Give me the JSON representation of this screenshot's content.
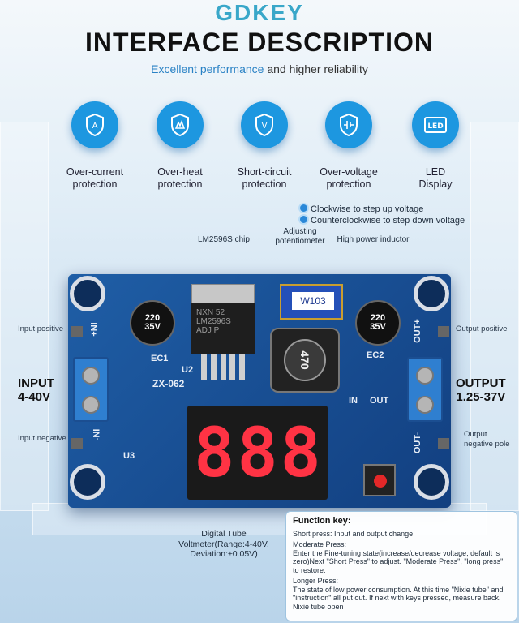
{
  "header": {
    "brand": "GDKEY",
    "title": "INTERFACE DESCRIPTION",
    "subtitle_highlight": "Excellent performance",
    "subtitle_rest": " and higher reliability"
  },
  "features": [
    {
      "icon": "current-shield-icon",
      "line1": "Over-current",
      "line2": "protection"
    },
    {
      "icon": "heat-shield-icon",
      "line1": "Over-heat",
      "line2": "protection"
    },
    {
      "icon": "voltage-shield-icon",
      "line1": "Short-circuit",
      "line2": "protection"
    },
    {
      "icon": "voltage-protection-icon",
      "line1": "Over-voltage",
      "line2": "protection"
    },
    {
      "icon": "led-display-icon",
      "line1": "LED",
      "line2": "Display"
    }
  ],
  "legend": {
    "clockwise": "Clockwise to step up voltage",
    "counterclockwise": "Counterclockwise to step down voltage"
  },
  "annotations": {
    "chip": "LM2596S chip",
    "pot_line1": "Adjusting",
    "pot_line2": "potentiometer",
    "inductor": "High power inductor",
    "input_positive": "Input positive",
    "input_negative": "Input negative",
    "output_positive": "Output positive",
    "output_negative_line1": "Output",
    "output_negative_line2": "negative pole",
    "input_title": "INPUT",
    "input_range": "4-40V",
    "output_title": "OUTPUT",
    "output_range": "1.25-37V",
    "voltmeter_line1": "Digital Tube",
    "voltmeter_line2": "Voltmeter(Range:4-40V,",
    "voltmeter_line3": "Deviation:±0.05V)"
  },
  "board": {
    "cap1_top": "220",
    "cap1_bottom": "35V",
    "cap2_top": "220",
    "cap2_bottom": "35V",
    "chip_text1": "NXN 52",
    "chip_text2": "LM2596S",
    "chip_text3": "ADJ  P",
    "pot_label": "W103",
    "inductor_label": "470",
    "model": "ZX-062",
    "in_plus": "+NI",
    "in_minus": "-NI",
    "out_plus": "OUT+",
    "out_minus": "OUT-",
    "ec1": "EC1",
    "ec2": "EC2",
    "u2": "U2",
    "u3": "U3",
    "in_label": "IN",
    "out_label": "OUT",
    "digits": [
      "8",
      "8",
      "8"
    ]
  },
  "function_key": {
    "title": "Function key:",
    "short_press": "Short press: Input and output change",
    "moderate_title": "Moderate Press:",
    "moderate_text": "Enter the Fine-tuning state(increase/decrease voltage, default is zero)Next \"Short Press\" to adjust. \"Moderate Press\", \"long press\" to restore.",
    "longer_title": "Longer Press:",
    "longer_text": "The state of low power consumption. At this time \"Nixie tube\" and \"instruction\" all put out. If next with keys pressed, measure back. Nixie tube open"
  }
}
